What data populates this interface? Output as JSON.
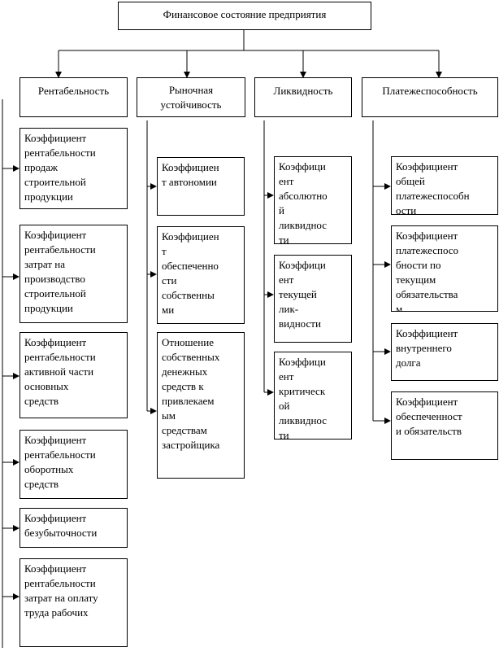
{
  "root": {
    "title": "Финансовое состояние предприятия"
  },
  "categories": [
    {
      "title": "Рентабельность"
    },
    {
      "title": "Рыночная\nустойчивость"
    },
    {
      "title": "Ликвидность"
    },
    {
      "title": "Платежеспособность"
    }
  ],
  "col1": [
    "Коэффициент\nрентабельности\nпродаж\nстроительной\nпродукции",
    "Коэффициент\nрентабельности\nзатрат на\nпроизводство\nстроительной\nпродукции",
    "Коэффициент\nрентабельности\nактивной части\nосновных\nсредств",
    "Коэффициент\nрентабельности\nоборотных\nсредств",
    "Коэффициент\nбезубыточности",
    "Коэффициент\nрентабельности\nзатрат на оплату\nтруда рабочих"
  ],
  "col2": [
    "Коэффициен\nт автономии",
    "Коэффициен\nт\nобеспеченно\nсти\nсобственны\nми\nсредствами",
    "Отношение\nсобственных\nденежных\nсредств к\nпривлекаем\nым\nсредствам\nзастройщика"
  ],
  "col3": [
    "Коэффици\nент\nабсолютно\nй\nликвиднос\nти",
    "Коэффици\nент\nтекущей\nлик-\nвидности",
    "Коэффици\nент\nкритическ\nой\nликвиднос\nти"
  ],
  "col4": [
    "Коэффициент\nобщей\nплатежеспособн\nости",
    "Коэффициент\nплатежеспосо\nбности по\nтекущим\nобязательства\nм",
    "Коэффициент\nвнутреннего\nдолга",
    "Коэффициент\nобеспеченност\nи обязательств"
  ]
}
